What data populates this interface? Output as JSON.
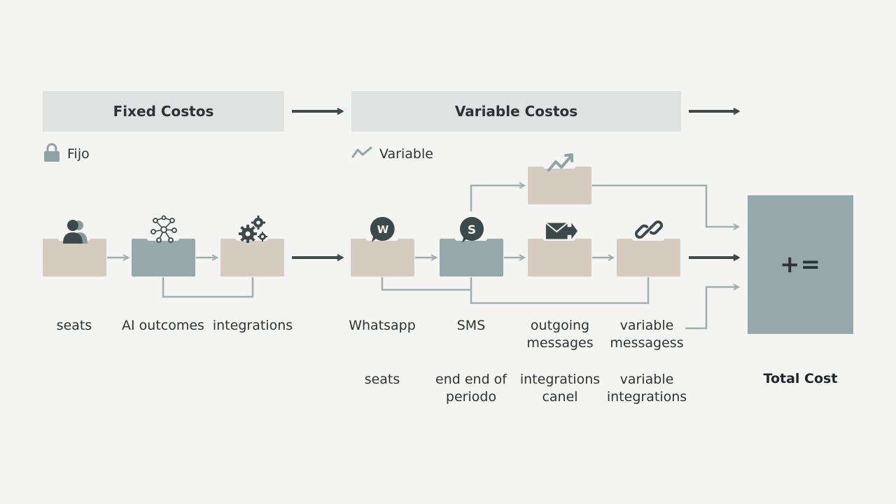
{
  "headers": {
    "fixed_title": "Fixed Costos",
    "variable_title": "Variable Costos"
  },
  "legend": {
    "fixed": "Fijo",
    "variable": "Variable"
  },
  "fixed_nodes": [
    {
      "label": "seats",
      "icon": "users-icon"
    },
    {
      "label": "AI outcomes",
      "icon": "network-icon"
    },
    {
      "label": "integrations",
      "icon": "gears-icon"
    }
  ],
  "variable_nodes": [
    {
      "label": "Whatsapp",
      "sublabel": "seats",
      "icon": "whatsapp-icon"
    },
    {
      "label": "SMS",
      "sublabel": "end end of periodo",
      "icon": "sms-icon"
    },
    {
      "label": "outgoing messages",
      "sublabel": "integrations canel",
      "icon": "mail-send-icon"
    },
    {
      "label": "variable messagess",
      "sublabel": "variable integrations",
      "icon": "link-icon"
    }
  ],
  "trend_node": {
    "icon": "trend-up-icon"
  },
  "total": {
    "symbol": "+=",
    "label": "Total Cost"
  },
  "colors": {
    "background": "#f4f4f3",
    "header": "#dfe2e1",
    "beige_node": "#d5cbbf",
    "grey_node": "#97a8aa",
    "dark_arrow": "#3f4a4c",
    "light_connector": "#9fafaf"
  }
}
